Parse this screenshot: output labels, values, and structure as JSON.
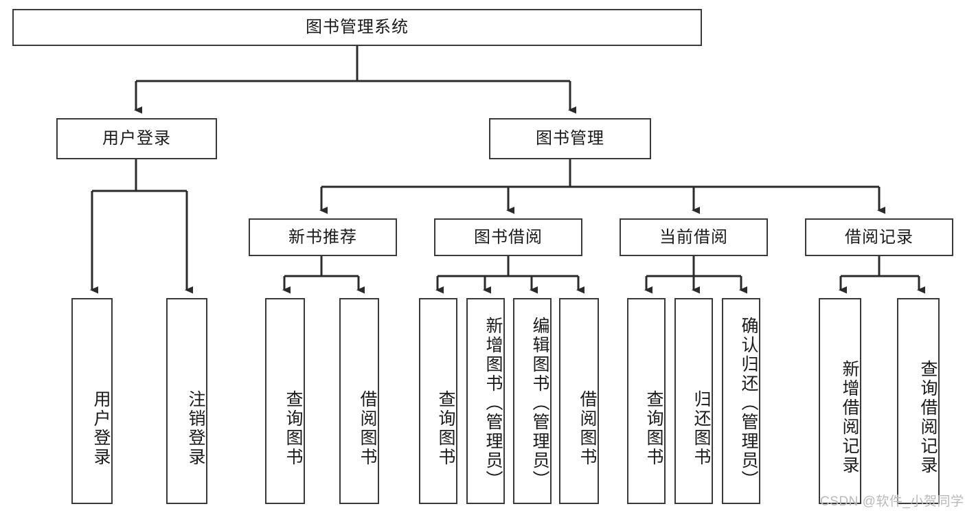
{
  "diagram": {
    "title": "图书管理系统",
    "type": "hierarchy-tree",
    "levels": {
      "root": {
        "label": "图书管理系统"
      },
      "level2": [
        {
          "label": "用户登录"
        },
        {
          "label": "图书管理"
        }
      ],
      "level3": [
        {
          "label": "新书推荐"
        },
        {
          "label": "图书借阅"
        },
        {
          "label": "当前借阅"
        },
        {
          "label": "借阅记录"
        }
      ],
      "leaves_user_login": [
        {
          "label": "用户登录"
        },
        {
          "label": "注销登录"
        }
      ],
      "leaves_new_book": [
        {
          "label": "查询图书"
        },
        {
          "label": "借阅图书"
        }
      ],
      "leaves_borrow": [
        {
          "label": "查询图书"
        },
        {
          "label": "新增图书（管理员）"
        },
        {
          "label": "编辑图书（管理员）"
        },
        {
          "label": "借阅图书"
        }
      ],
      "leaves_current": [
        {
          "label": "查询图书"
        },
        {
          "label": "归还图书"
        },
        {
          "label": "确认归还（管理员）"
        }
      ],
      "leaves_records": [
        {
          "label": "新增借阅记录"
        },
        {
          "label": "查询借阅记录"
        }
      ]
    },
    "watermark": "CSDN @软件_小贺同学",
    "colors": {
      "stroke": "#3a3a3a",
      "fill": "#ffffff",
      "text": "#1a1a1a",
      "watermark": "#b9b9b9"
    }
  }
}
